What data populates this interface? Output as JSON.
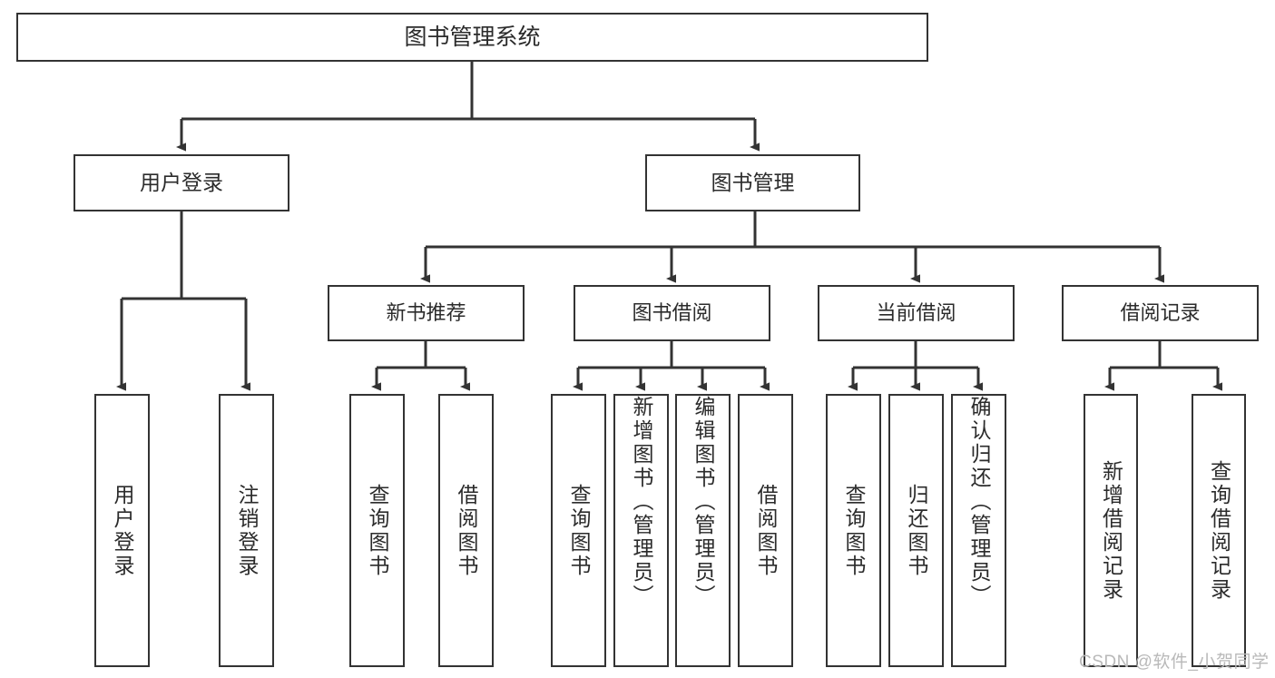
{
  "diagram": {
    "title": "图书管理系统",
    "type": "tree-hierarchy",
    "stroke_color": "#333333",
    "text_color": "#2b2b2b",
    "background": "#ffffff",
    "watermark": "CSDN @软件_小贺同学",
    "nodes": {
      "root": {
        "label": "图书管理系统"
      },
      "user_login": {
        "label": "用户登录"
      },
      "book_manage": {
        "label": "图书管理"
      },
      "new_book_rec": {
        "label": "新书推荐"
      },
      "book_borrow": {
        "label": "图书借阅"
      },
      "current_borrow": {
        "label": "当前借阅"
      },
      "borrow_record": {
        "label": "借阅记录"
      },
      "leaf_user_login": {
        "label": "用户登录"
      },
      "leaf_user_logout": {
        "label": "注销登录"
      },
      "leaf_rec_query": {
        "label": "查询图书"
      },
      "leaf_rec_borrow": {
        "label": "借阅图书"
      },
      "leaf_borrow_query": {
        "label": "查询图书"
      },
      "leaf_borrow_add": {
        "label": "新增图书（管理员）"
      },
      "leaf_borrow_edit": {
        "label": "编辑图书（管理员）"
      },
      "leaf_borrow_lend": {
        "label": "借阅图书"
      },
      "leaf_cur_query": {
        "label": "查询图书"
      },
      "leaf_cur_return": {
        "label": "归还图书"
      },
      "leaf_cur_confirm": {
        "label": "确认归还（管理员）"
      },
      "leaf_rec_add": {
        "label": "新增借阅记录"
      },
      "leaf_rec_query_rec": {
        "label": "查询借阅记录"
      }
    }
  }
}
